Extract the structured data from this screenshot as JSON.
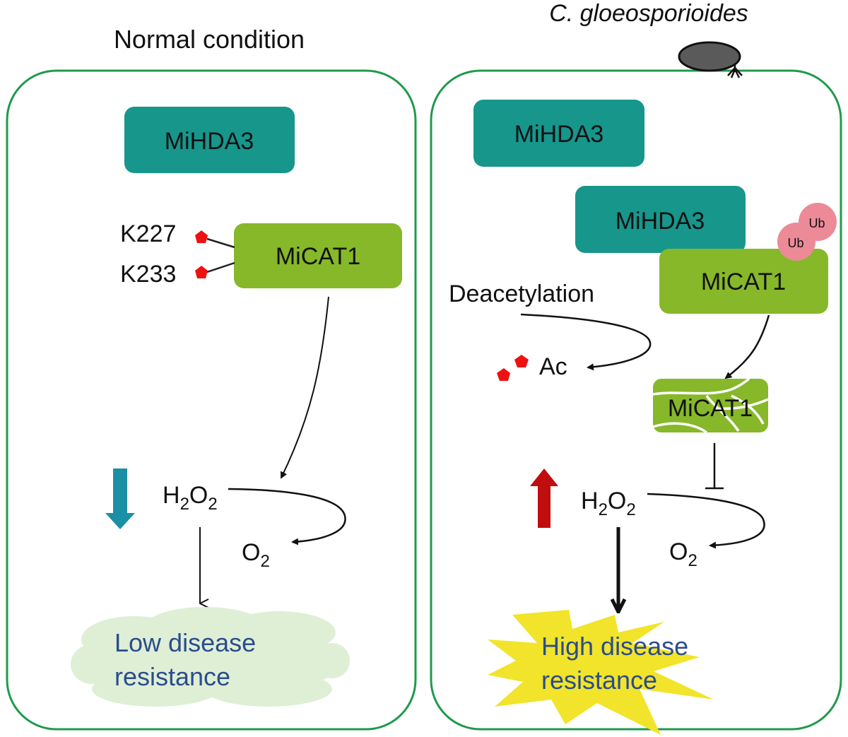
{
  "panels": {
    "left": {
      "title": "Normal condition",
      "hda3_label": "MiHDA3",
      "cat1_label": "MiCAT1",
      "sites": [
        "K227",
        "K233"
      ],
      "h2o2": {
        "base1": "H",
        "sub1": "2",
        "base2": "O",
        "sub2": "2"
      },
      "o2": {
        "base": "O",
        "sub": "2"
      },
      "h2o2_trend": "decrease",
      "outcome_line1": "Low disease",
      "outcome_line2": "resistance"
    },
    "right": {
      "title": "C. gloeosporioides",
      "hda3_label_1": "MiHDA3",
      "hda3_label_2": "MiHDA3",
      "ub_labels": [
        "Ub",
        "Ub"
      ],
      "cat1_label": "MiCAT1",
      "degraded_cat1_label": "MiCAT1",
      "process_label": "Deacetylation",
      "ac_label": "Ac",
      "h2o2": {
        "base1": "H",
        "sub1": "2",
        "base2": "O",
        "sub2": "2"
      },
      "o2": {
        "base": "O",
        "sub": "2"
      },
      "h2o2_trend": "increase",
      "outcome_line1": "High disease",
      "outcome_line2": "resistance"
    }
  },
  "colors": {
    "cell_border": "#1f9a4c",
    "hda3": "#17968c",
    "cat1": "#86b82a",
    "acetyl": "#ee1111",
    "ub": "#ec8a98",
    "down_arrow": "#1b8fa6",
    "up_arrow": "#c00d0d",
    "low_cloud": "#deefd6",
    "high_burst": "#f1e42a",
    "outcome_text": "#2c4c8c",
    "spore": "#5a5a5a"
  }
}
